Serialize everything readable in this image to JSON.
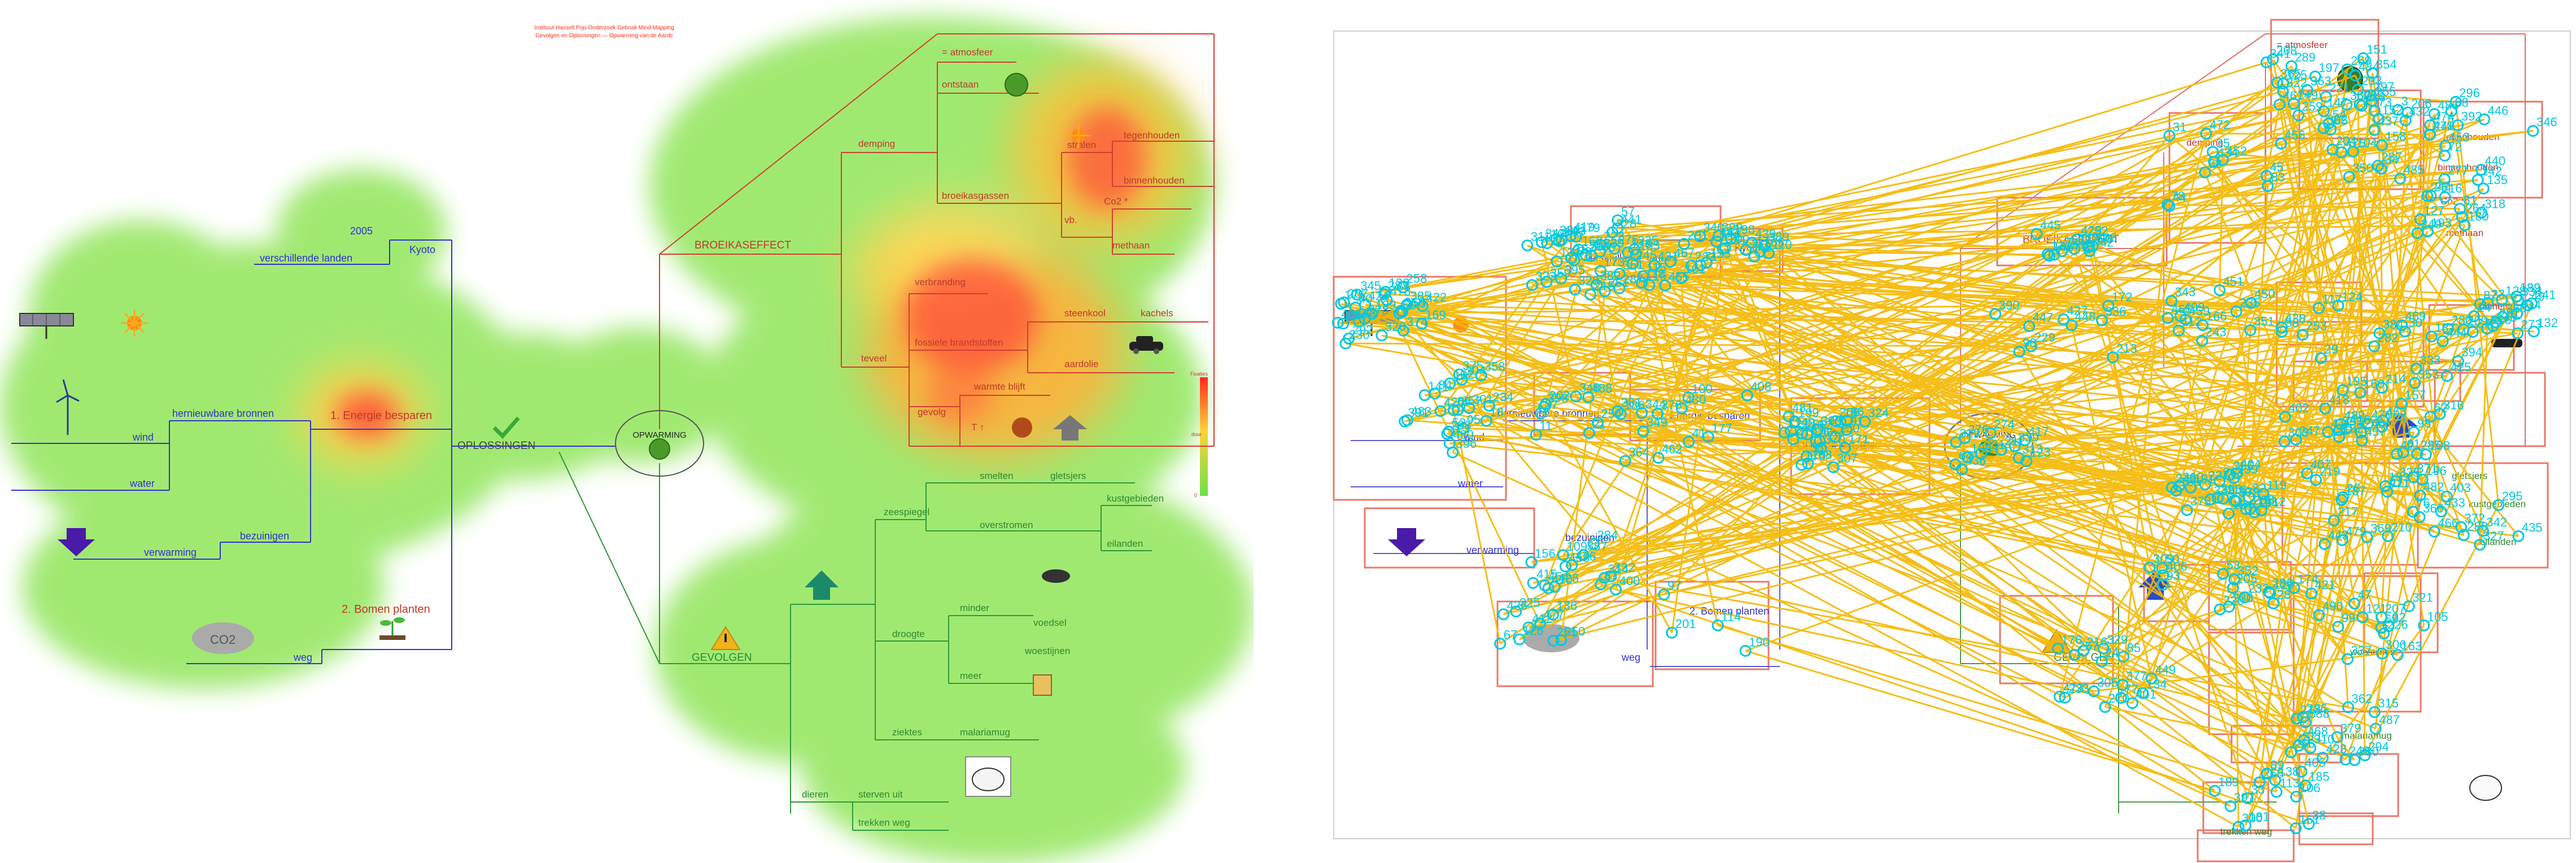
{
  "header": {
    "line1": "Instituut Hasselt Pop-Onderzoek Gebruik Mind Mapping",
    "line2": "Gevolgen en Oplossingen — Opwarming van de Aarde"
  },
  "legend": {
    "top": "Fixaties",
    "mid": "duur",
    "bottom": "0"
  },
  "center": "OPWARMING",
  "oplossingen": {
    "label": "OPLOSSINGEN",
    "energie": "1. Energie besparen",
    "bomen": "2. Bomen planten",
    "hernieuwbare": "hernieuwbare bronnen",
    "wind": "wind",
    "water": "water",
    "verwarming": "verwarming",
    "bezuinigen": "bezuinigen",
    "weg": "weg",
    "year": "2005",
    "kyoto": "Kyoto",
    "landen": "verschillende landen",
    "co2": "CO2"
  },
  "broeikas": {
    "label": "BROEIKASEFFECT",
    "atmosfeer": "= atmosfeer",
    "ontstaan": "ontstaan",
    "demping": "demping",
    "stralen": "stralen",
    "tegenhouden": "tegenhouden",
    "binnenhouden": "binnenhouden",
    "broeikasgassen": "broeikasgassen",
    "vb": "vb.",
    "co2": "Co2 *",
    "methaan": "methaan",
    "verbranding": "verbranding",
    "fossiele": "fossiele brandstoffen",
    "steenkool": "steenkool",
    "kachels": "kachels",
    "aardolie": "aardolie",
    "teveel": "teveel",
    "gevolg": "gevolg",
    "warmte": "warmte blijft",
    "temp": "T ↑"
  },
  "gevolgen": {
    "label": "GEVOLGEN",
    "zeespiegel": "zeespiegel",
    "smelten": "smelten",
    "gletsjers": "gletsjers",
    "overstromen": "overstromen",
    "kustgebieden": "kustgebieden",
    "eilanden": "eilanden",
    "droogte": "droogte",
    "minder": "minder",
    "voedsel": "voedsel",
    "meer": "meer",
    "woestijnen": "woestijnen",
    "ziektes": "ziektes",
    "malaria": "malariamug",
    "dieren": "dieren",
    "sterven": "sterven uit",
    "trekken": "trekken weg"
  },
  "colors": {
    "solutions_line": "#3333cc",
    "effect_line": "#c0392b",
    "consequence_line": "#2e8b2e",
    "heat_low": "#8ee05a",
    "heat_high": "#ff3b2f",
    "gaze_path": "#f5b800",
    "fixation_label": "#00c8e0",
    "aoi_box": "#e8786a"
  },
  "icons": [
    "solar-panel-icon",
    "sun-icon",
    "wind-turbine-icon",
    "arrow-down-icon",
    "co2-cloud-icon",
    "sprout-icon",
    "checkmark-icon",
    "globe-icon",
    "arrow-up-icon",
    "warning-icon",
    "rain-cloud-icon",
    "trash-can-icon",
    "polar-bear-icon",
    "car-icon"
  ],
  "fixations": [
    "3",
    "6",
    "11",
    "12",
    "14",
    "15",
    "16",
    "18",
    "19",
    "21",
    "23",
    "24",
    "25",
    "26",
    "27",
    "28",
    "29",
    "30",
    "31",
    "32",
    "33",
    "34",
    "35",
    "36",
    "37",
    "38",
    "39",
    "40",
    "41",
    "42",
    "43",
    "44",
    "45",
    "46",
    "47",
    "48",
    "49",
    "50",
    "52",
    "53",
    "54",
    "55",
    "56",
    "57",
    "58",
    "59",
    "60",
    "61",
    "62",
    "64",
    "66",
    "67",
    "68",
    "69",
    "71",
    "72",
    "73",
    "74",
    "76",
    "77",
    "78",
    "81",
    "82",
    "83",
    "84",
    "85",
    "87",
    "88",
    "89",
    "90",
    "91",
    "92",
    "93",
    "94",
    "95",
    "96",
    "97",
    "98",
    "99",
    "100",
    "101",
    "102",
    "103",
    "104",
    "105",
    "106",
    "107",
    "108",
    "109",
    "110",
    "111",
    "112",
    "113",
    "114",
    "115",
    "116",
    "117",
    "118",
    "119",
    "120",
    "121",
    "122",
    "123",
    "124",
    "125",
    "126",
    "127",
    "128",
    "129",
    "130",
    "131",
    "132",
    "133",
    "134",
    "135",
    "136",
    "137",
    "138",
    "139",
    "140",
    "141",
    "142",
    "143",
    "144",
    "145",
    "146",
    "147",
    "148",
    "149",
    "150",
    "151",
    "152",
    "153",
    "154",
    "155",
    "156",
    "157",
    "158",
    "159",
    "160",
    "161",
    "162",
    "163",
    "164",
    "165",
    "166",
    "167",
    "168",
    "169",
    "170",
    "171",
    "172",
    "173",
    "174",
    "175",
    "176",
    "177",
    "178",
    "179",
    "180",
    "181",
    "182",
    "183",
    "184",
    "185",
    "186",
    "187",
    "188",
    "189",
    "190",
    "191",
    "192",
    "193",
    "194",
    "195",
    "196",
    "197",
    "198",
    "199",
    "200",
    "201",
    "202",
    "203",
    "204",
    "205",
    "206",
    "207",
    "208",
    "209",
    "210",
    "211",
    "212",
    "213",
    "214",
    "215",
    "216",
    "217",
    "218",
    "219",
    "220",
    "221",
    "222",
    "223",
    "224",
    "225",
    "226",
    "227",
    "228",
    "229",
    "230",
    "231",
    "232",
    "233",
    "234",
    "235",
    "236",
    "237",
    "238",
    "239",
    "240",
    "241",
    "242",
    "243",
    "244",
    "245",
    "246",
    "247",
    "248",
    "249",
    "250",
    "251",
    "252",
    "253",
    "254",
    "255",
    "256",
    "257",
    "258",
    "259",
    "260",
    "261",
    "262",
    "263",
    "264",
    "265",
    "266",
    "267",
    "268",
    "269",
    "270",
    "271",
    "272",
    "273",
    "274",
    "275",
    "276",
    "277",
    "278",
    "279",
    "280",
    "281",
    "282",
    "283",
    "284",
    "285",
    "286",
    "287",
    "288",
    "289",
    "290",
    "291",
    "292",
    "293",
    "294",
    "295",
    "296",
    "297",
    "298",
    "299",
    "300",
    "301",
    "302",
    "303",
    "304",
    "305",
    "306",
    "307",
    "308",
    "309",
    "310",
    "311",
    "312",
    "313",
    "314",
    "315",
    "316",
    "317",
    "318",
    "319",
    "320",
    "321",
    "322",
    "323",
    "324",
    "325",
    "326",
    "327",
    "328",
    "329",
    "330",
    "331",
    "332",
    "333",
    "334",
    "335",
    "336",
    "337",
    "338",
    "339",
    "340",
    "341",
    "342",
    "343",
    "344",
    "345",
    "346",
    "347",
    "348",
    "349",
    "350",
    "351",
    "352",
    "353",
    "354",
    "355",
    "356",
    "357",
    "358",
    "359",
    "360",
    "361",
    "362",
    "363",
    "364",
    "365",
    "366",
    "367",
    "368",
    "369",
    "370",
    "371",
    "372",
    "373",
    "374",
    "375",
    "376",
    "377",
    "378",
    "379",
    "380",
    "381",
    "382",
    "383",
    "384",
    "385",
    "386",
    "387",
    "388",
    "389",
    "390",
    "391",
    "392",
    "393",
    "394",
    "395",
    "396",
    "397",
    "398",
    "399",
    "400",
    "401",
    "402",
    "403",
    "404",
    "405",
    "406",
    "407",
    "408",
    "409",
    "410",
    "411",
    "412",
    "413",
    "414",
    "415",
    "416",
    "417",
    "418",
    "419",
    "420",
    "421",
    "422",
    "423",
    "424",
    "425",
    "426",
    "427",
    "428",
    "429",
    "430",
    "431",
    "432",
    "433",
    "434",
    "435",
    "436",
    "437",
    "438",
    "439",
    "440",
    "441",
    "442",
    "443",
    "444",
    "445",
    "446",
    "447",
    "448",
    "449",
    "450",
    "451",
    "452",
    "453",
    "454",
    "455",
    "456",
    "457",
    "458",
    "459",
    "460",
    "461",
    "462",
    "463",
    "464",
    "465",
    "466",
    "467",
    "468",
    "469",
    "470",
    "471",
    "472",
    "473",
    "474",
    "475",
    "476",
    "477",
    "478",
    "479",
    "480",
    "481",
    "482",
    "483",
    "484",
    "485",
    "486",
    "487",
    "488",
    "489",
    "490"
  ]
}
